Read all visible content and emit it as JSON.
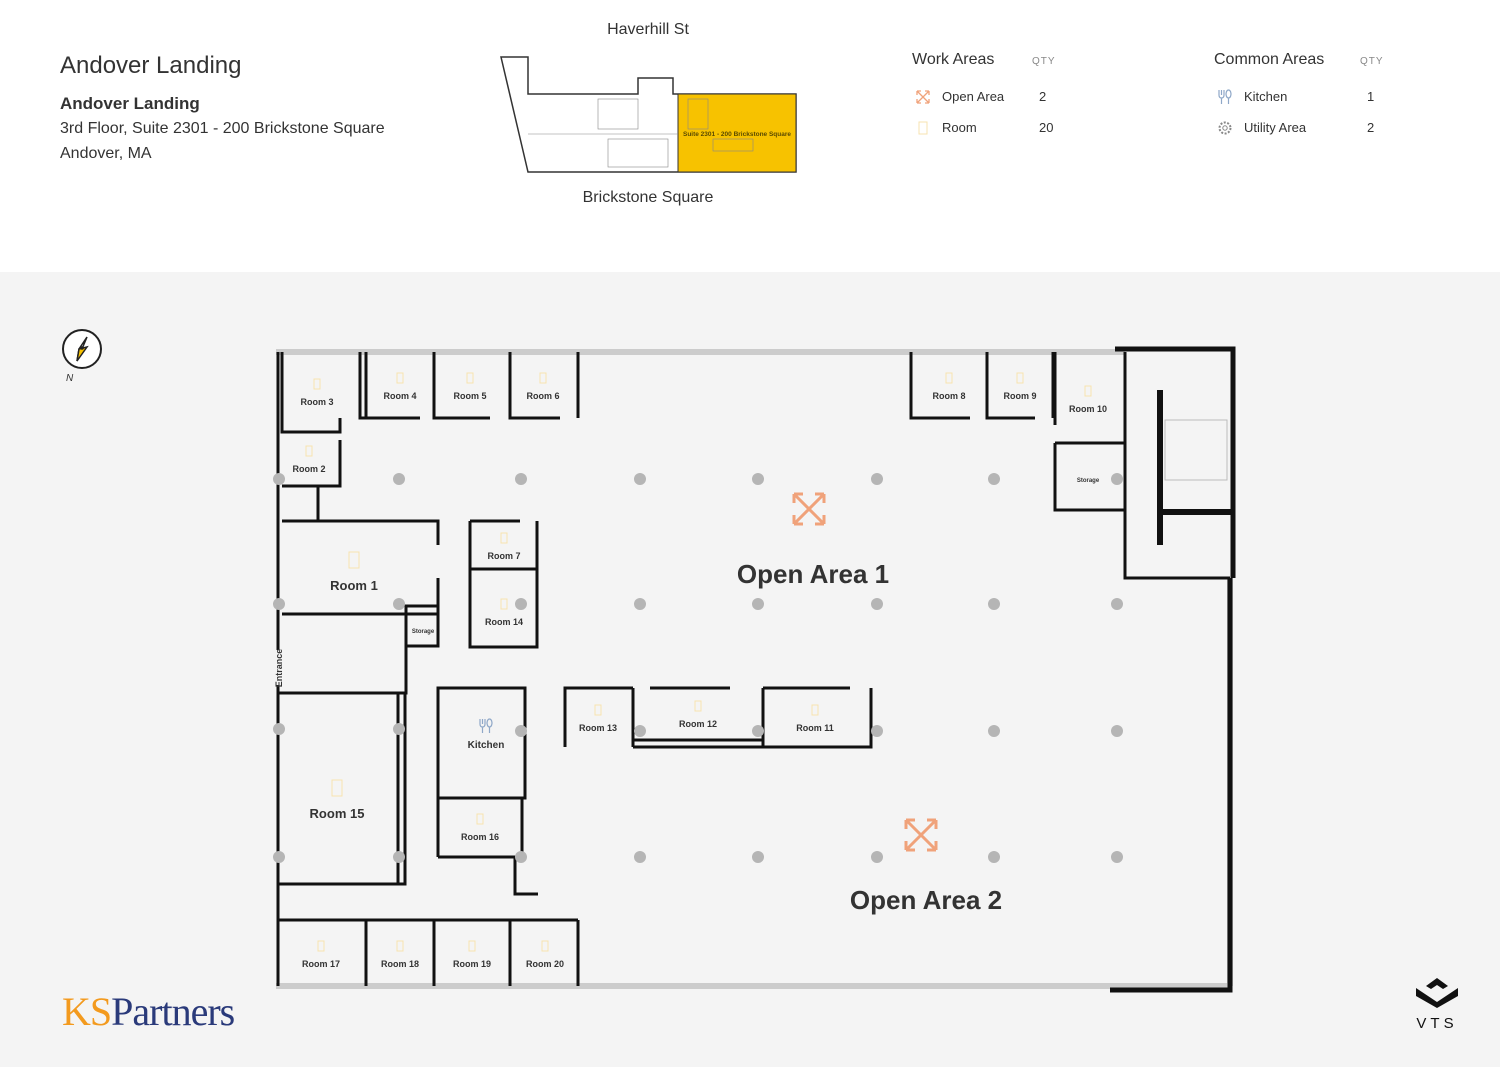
{
  "header": {
    "title": "Andover Landing",
    "building_name": "Andover Landing",
    "address_line1": "3rd Floor, Suite 2301 - 200 Brickstone Square",
    "address_line2": "Andover, MA"
  },
  "keyplan": {
    "street_top": "Haverhill St",
    "street_bottom": "Brickstone Square",
    "suite_label": "Suite 2301 - 200 Brickstone Square",
    "highlight_color": "#f7c200"
  },
  "legend": {
    "work_areas": {
      "title": "Work Areas",
      "qty_label": "QTY",
      "items": [
        {
          "icon": "open-area-icon",
          "label": "Open Area",
          "qty": "2",
          "color": "#f0a27a"
        },
        {
          "icon": "room-door-icon",
          "label": "Room",
          "qty": "20",
          "color": "#f7e3b0"
        }
      ]
    },
    "common_areas": {
      "title": "Common Areas",
      "qty_label": "QTY",
      "items": [
        {
          "icon": "kitchen-icon",
          "label": "Kitchen",
          "qty": "1",
          "color": "#8fa8c8"
        },
        {
          "icon": "gear-icon",
          "label": "Utility Area",
          "qty": "2",
          "color": "#888888"
        }
      ]
    }
  },
  "compass": {
    "label": "N"
  },
  "plan": {
    "rooms": [
      "Room 3",
      "Room 4",
      "Room 5",
      "Room 6",
      "Room 8",
      "Room 9",
      "Room 10",
      "Storage",
      "Room 2",
      "Room 1",
      "Storage",
      "Room 7",
      "Room 14",
      "Kitchen",
      "Room 13",
      "Room 12",
      "Room 11",
      "Room 15",
      "Room 16",
      "Room 17",
      "Room 18",
      "Room 19",
      "Room 20"
    ],
    "entrance": "Entrance",
    "open_areas": [
      "Open Area 1",
      "Open Area 2"
    ]
  },
  "logos": {
    "left": "KSPartners",
    "right": "VTS"
  }
}
